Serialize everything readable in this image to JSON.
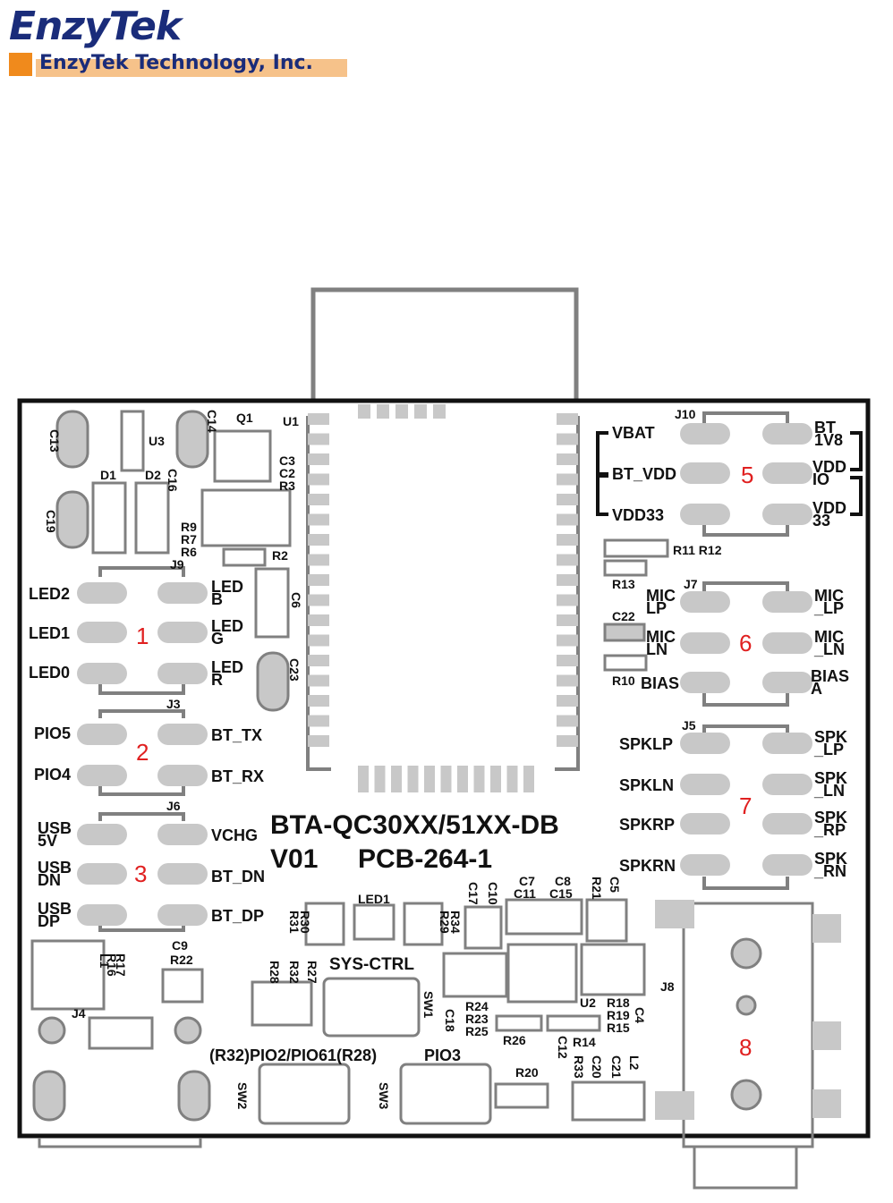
{
  "logo": {
    "title": "EnzyTek",
    "subtitle": "EnzyTek Technology, Inc."
  },
  "colors": {
    "pad": "#c8c8c8",
    "outline": "#808080",
    "board": "#111111",
    "callout": "#e02020",
    "logo_text": "#1a2c7a",
    "logo_accent": "#f08a1c"
  },
  "board": {
    "name": "BTA-QC30XX/51XX-DB",
    "version": "V01",
    "pcb": "PCB-264-1",
    "sys_ctrl": "SYS-CTRL",
    "pio2": "(R32)PIO2/PIO61(R28)",
    "pio3": "PIO3"
  },
  "callouts": [
    "1",
    "2",
    "3",
    "5",
    "6",
    "7",
    "8"
  ],
  "pins": {
    "led2": "LED2",
    "led1": "LED1",
    "led0": "LED0",
    "ledb": "LED\nB",
    "ledg": "LED\nG",
    "ledr": "LED\nR",
    "pio5": "PIO5",
    "pio4": "PIO4",
    "bt_tx": "BT_TX",
    "bt_rx": "BT_RX",
    "usb5v": "USB\n5V",
    "usbdn": "USB\nDN",
    "usbdp": "USB\nDP",
    "vchg": "VCHG",
    "bt_dn": "BT_DN",
    "bt_dp": "BT_DP",
    "vbat": "VBAT",
    "bt_vdd": "BT_VDD",
    "vdd33": "VDD33",
    "bt1v8": "BT\n1V8",
    "vddio": "VDD\nIO",
    "vdd33b": "VDD\n33",
    "miclp": "MIC\nLP",
    "micln": "MIC\nLN",
    "bias": "BIAS",
    "mic_lp": "MIC\n_LP",
    "mic_ln": "MIC\n_LN",
    "biasa": "BIAS\nA",
    "spklp": "SPKLP",
    "spkln": "SPKLN",
    "spkrp": "SPKRP",
    "spkrn": "SPKRN",
    "spk_lp": "SPK\n_LP",
    "spk_ln": "SPK\n_LN",
    "spk_rp": "SPK\n_RP",
    "spk_rn": "SPK\n_RN"
  },
  "refs": {
    "c13": "C13",
    "u3": "U3",
    "c14": "C14",
    "q1": "Q1",
    "u1": "U1",
    "d1": "D1",
    "d2": "D2",
    "c16": "C16",
    "c3": "C3",
    "c2": "C2",
    "r3": "R3",
    "c19": "C19",
    "r9": "R9",
    "r7": "R7",
    "r6": "R6",
    "r2": "R2",
    "j9": "J9",
    "c6": "C6",
    "c23": "C23",
    "j3": "J3",
    "j6": "J6",
    "j10": "J10",
    "r11r12": "R11 R12",
    "r13": "R13",
    "j7": "J7",
    "c22": "C22",
    "r10": "R10",
    "j5": "J5",
    "r30": "R30",
    "r31": "R31",
    "led1p": "LED1",
    "r34": "R34",
    "r29": "R29",
    "c17": "C17",
    "c10": "C10",
    "c7": "C7",
    "c11": "C11",
    "c8": "C8",
    "c15": "C15",
    "r21": "R21",
    "c5": "C5",
    "r17": "R17",
    "r16": "R16",
    "l1": "L1",
    "c9": "C9",
    "r22": "R22",
    "r28": "R28",
    "r32": "R32",
    "r27": "R27",
    "sw1": "SW1",
    "c18": "C18",
    "r24": "R24",
    "r23": "R23",
    "r25": "R25",
    "u2": "U2",
    "r18": "R18",
    "r19": "R19",
    "r15": "R15",
    "c4": "C4",
    "j8": "J8",
    "j4": "J4",
    "r26": "R26",
    "c12": "C12",
    "r14": "R14",
    "r33": "R33",
    "c20": "C20",
    "c21": "C21",
    "l2": "L2",
    "r20": "R20",
    "sw2": "SW2",
    "sw3": "SW3"
  }
}
